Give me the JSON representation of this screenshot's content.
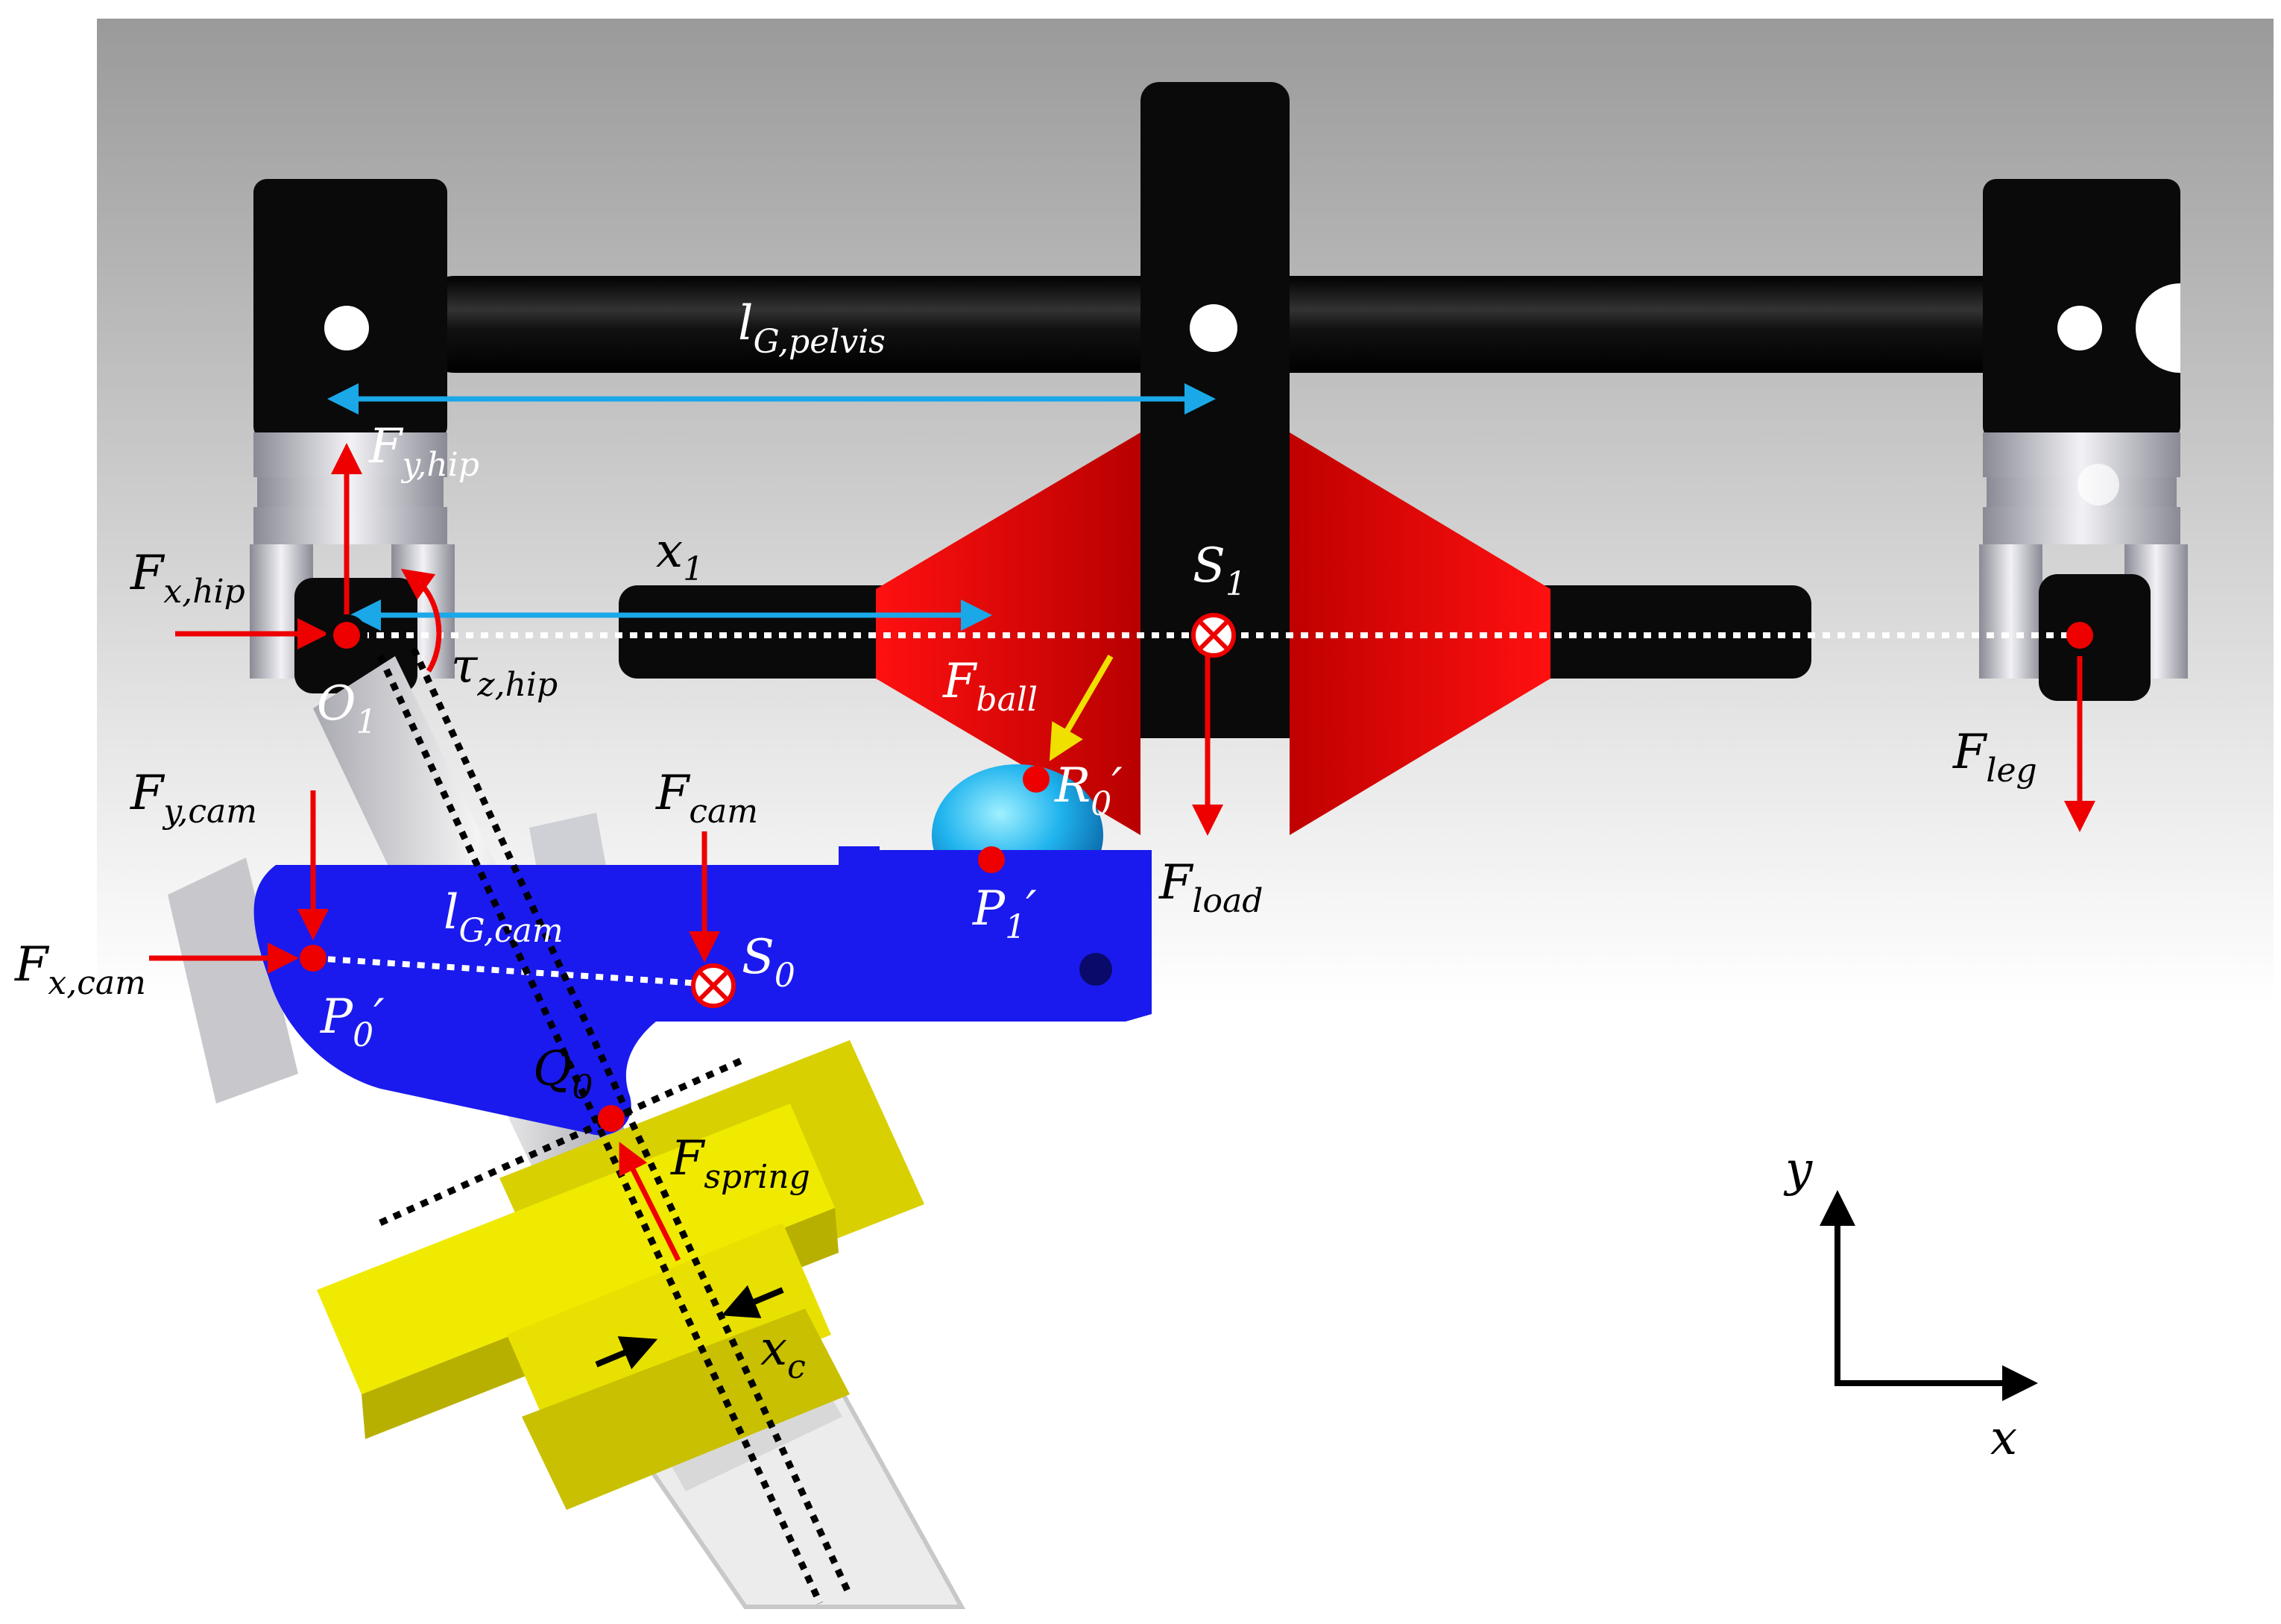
{
  "labels": {
    "l_pelvis": {
      "main": "l",
      "sub": "G,pelvis"
    },
    "f_y_hip": {
      "main": "F",
      "sub": "y,hip"
    },
    "f_x_hip": {
      "main": "F",
      "sub": "x,hip"
    },
    "x1": {
      "main": "x",
      "sub": "1"
    },
    "s1": {
      "main": "S",
      "sub": "1"
    },
    "f_ball": {
      "main": "F",
      "sub": "ball"
    },
    "tau_z_hip": {
      "main": "τ",
      "sub": "z,hip"
    },
    "o1": {
      "main": "O",
      "sub": "1"
    },
    "f_leg": {
      "main": "F",
      "sub": "leg"
    },
    "f_y_cam": {
      "main": "F",
      "sub": "y,cam"
    },
    "f_cam": {
      "main": "F",
      "sub": "cam"
    },
    "r0": {
      "main": "R",
      "sub": "0",
      "post": "′"
    },
    "f_load": {
      "main": "F",
      "sub": "load"
    },
    "p1": {
      "main": "P",
      "sub": "1",
      "post": "′"
    },
    "l_cam": {
      "main": "l",
      "sub": "G,cam"
    },
    "f_x_cam": {
      "main": "F",
      "sub": "x,cam"
    },
    "s0": {
      "main": "S",
      "sub": "0"
    },
    "p0": {
      "main": "P",
      "sub": "0",
      "post": "′"
    },
    "q0": {
      "main": "Q",
      "sub": "0"
    },
    "f_spring": {
      "main": "F",
      "sub": "spring"
    },
    "x_c": {
      "main": "x",
      "sub": "c"
    },
    "axis_y": {
      "main": "y"
    },
    "axis_x": {
      "main": "x"
    }
  },
  "colors": {
    "frame_black": "#0a0a0a",
    "cone_red": "#e00000",
    "cam_blue": "#1a1aee",
    "ball_blue": "#1ab0ee",
    "spring_yellow": "#e8e000",
    "force_red": "#ee0000",
    "dimension_blue": "#1aa8e8",
    "ball_force_yellow": "#f0e000"
  }
}
